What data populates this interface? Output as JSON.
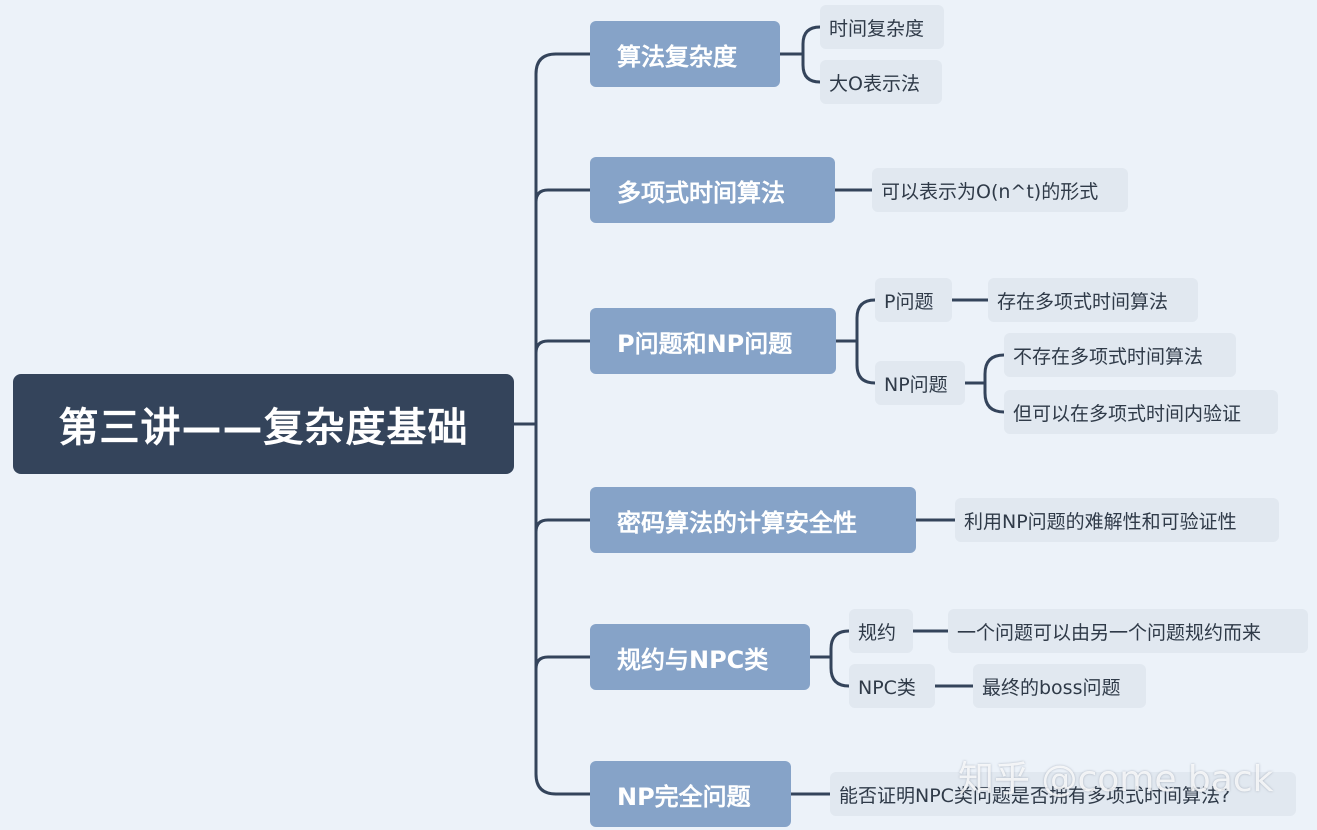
{
  "root": {
    "label": "第三讲——复杂度基础"
  },
  "branches": [
    {
      "label": "算法复杂度",
      "children": [
        {
          "label": "时间复杂度"
        },
        {
          "label": "大O表示法"
        }
      ]
    },
    {
      "label": "多项式时间算法",
      "children": [
        {
          "label": "可以表示为O(n^t)的形式"
        }
      ]
    },
    {
      "label": "P问题和NP问题",
      "children": [
        {
          "label": "P问题",
          "children": [
            {
              "label": "存在多项式时间算法"
            }
          ]
        },
        {
          "label": "NP问题",
          "children": [
            {
              "label": "不存在多项式时间算法"
            },
            {
              "label": "但可以在多项式时间内验证"
            }
          ]
        }
      ]
    },
    {
      "label": "密码算法的计算安全性",
      "children": [
        {
          "label": "利用NP问题的难解性和可验证性"
        }
      ]
    },
    {
      "label": "规约与NPC类",
      "children": [
        {
          "label": "规约",
          "children": [
            {
              "label": "一个问题可以由另一个问题规约而来"
            }
          ]
        },
        {
          "label": "NPC类",
          "children": [
            {
              "label": "最终的boss问题"
            }
          ]
        }
      ]
    },
    {
      "label": "NP完全问题",
      "children": [
        {
          "label": "能否证明NPC类问题是否拥有多项式时间算法?"
        }
      ]
    }
  ],
  "watermark": "知乎 @come back",
  "colors": {
    "background": "#ecf2f9",
    "root_fill": "#34445b",
    "branch_fill": "#86a3c8",
    "leaf_fill": "#e1e8f0",
    "connector": "#34445b"
  }
}
